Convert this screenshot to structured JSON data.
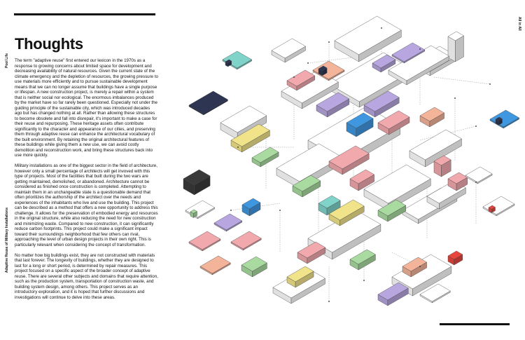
{
  "page": {
    "author": "Pool Life",
    "side_title": "Adaptive Reuse of Military Installations",
    "chapter": "All in All",
    "heading": "Thoughts",
    "paragraphs": [
      "The term \"adaptive reuse\" first entered our lexicon in the 1970s as a response to growing concerns about limited space for development and decreasing availability of natural resources. Given the current state of the climate emergency and the depletion of resources, the growing pressure to use materials more efficiently and to pursue sustainable development means that we can no longer assume that buildings have a single purpose or lifespan. A new construction project, is merely a repair within a system that is neither social nor ecological. The enormous imbalances produced by the market have so far rarely been questioned. Especially not under the guiding principle of the sustainable city, which was introduced decades ago but has changed nothing at all. Rather than allowing these structures to become obsolete and fall into disrepair, it's important to make a case for their reuse and repurposing. These heritage assets often contribute significantly to the character and appearance of our cities, and preserving them through adaptive reuse can enhance the architectural vocabulary of the built environment. By retaining the original architectural features of these buildings while giving them a new use, we can avoid costly demolition and reconstruction work, and bring these structures back into use more quickly.",
      "Military installations as one of the biggest sector in the field of architecture, however only a small percentage of architects will get invoved with this type of projects. Most of the facilities that built during the two wars are getting maintained, demolished, or abandoned. Architecture cannot be considered as finished once construction is completed. Attempting to maintain them in an unchangeable state is a questionable demand that often prioritizes the authorship of the architect over the needs and experiences of the inhabitants who live and use the building. This project can be described as a method that offers a new opportunity to address this challenge. It allows for the preservation of embodied energy and resources in the original structure, while also reducing the need for new construction and minimizing waste. Compared to new construction, it can significantly reduce carbon footprints. This project could make a significant impact toward their surroundings neighborhood that few others can rival, approaching the level of urban design projects in their own right. This is particularly relevant when considering the concept of transformation.",
      "No matter how big buildings exist, they are not constructed with materials that last forever. The longevity of buildings, whether they are designed to last for a long or short period, is determined by repair measures. This project focused on a specific aspect of the broader concept of adaptive reuse. There are several other subjects and domains that require attention, such as the production system, transportation of construction waste, and building system design, among others. This project serves as an introductory exploration, and it is hoped that further discussions and investigations will continue to delve into these areas."
    ]
  },
  "illustration": {
    "colors": {
      "outline": "#444444",
      "fill": "#ffffff",
      "shadow": "#dcdcdc",
      "pink": "#f2a9ae",
      "lavender": "#b7a6df",
      "yellow": "#f1e38a",
      "green": "#a9dba0",
      "blue": "#3f97e0",
      "red": "#e8453c",
      "salmon": "#f4b49a",
      "teal": "#7fd3c9",
      "dark": "#2d3552"
    }
  }
}
